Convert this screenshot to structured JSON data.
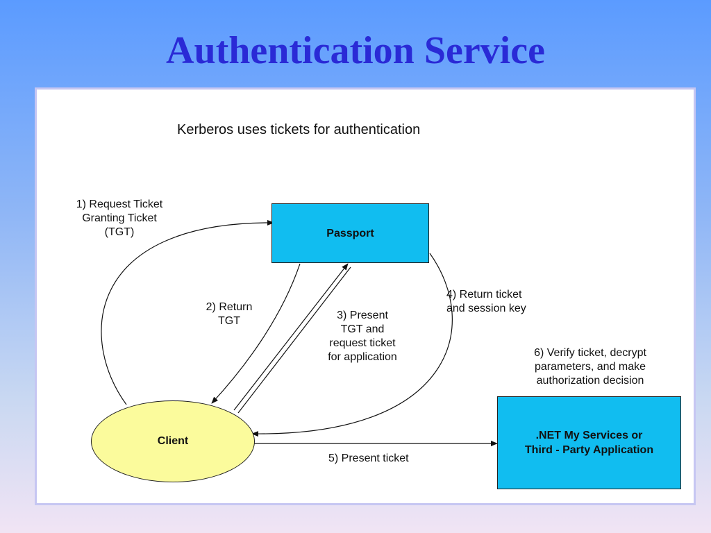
{
  "slide": {
    "title": "Authentication Service"
  },
  "diagram": {
    "heading": "Kerberos uses tickets for authentication",
    "nodes": {
      "passport": "Passport",
      "client": "Client",
      "service_line1": ".NET My Services or",
      "service_line2": "Third - Party Application"
    },
    "steps": {
      "s1": [
        "1) Request Ticket",
        "Granting Ticket",
        "(TGT)"
      ],
      "s2": [
        "2) Return",
        "TGT"
      ],
      "s3": [
        "3) Present",
        "TGT and",
        "request ticket",
        "for application"
      ],
      "s4": [
        "4) Return ticket",
        "and session key"
      ],
      "s5": "5) Present ticket",
      "s6": [
        "6) Verify ticket, decrypt",
        "parameters, and make",
        "authorization decision"
      ]
    }
  }
}
